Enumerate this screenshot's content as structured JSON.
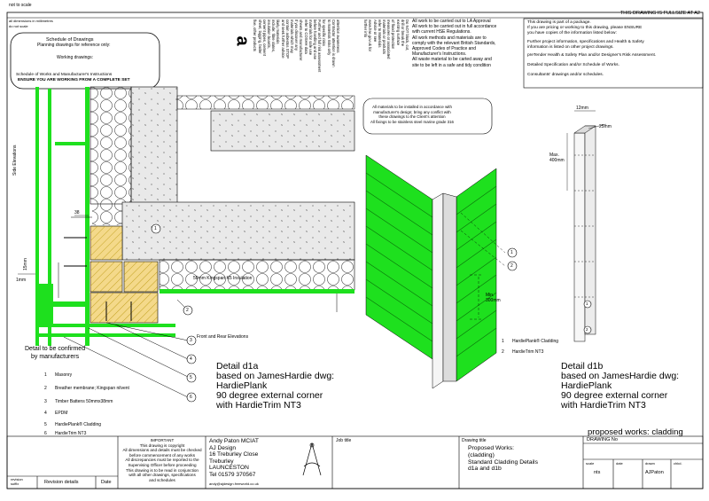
{
  "header": {
    "scale_note": "not to scale",
    "dims_note": "all dimensions in millimetres",
    "noscale_note": "do not scale",
    "fullsize_note": "THIS DRAWING IS FULLSIZE AT A2"
  },
  "schedule": {
    "title": "Schedule of Drawings",
    "planning": "Planning drawings for reference only:",
    "working": "Working drawings:",
    "line1": "Schedule of Works and Manufacturer's Instructions",
    "line2": "ENSURE YOU ARE WORKING FROM A COMPLETE SET"
  },
  "cdm": {
    "symbol": "a",
    "text": "attention awareness\nContractor attention is drawn\nto materials risks only\nfor specific risks\nFurther and full risk assessment\nbefore handling and use\nmaterials for safe use\nrefer to COSHH data\nsheets and manufacturer\nIf you discover any\nmaterials which may\ncontain asbestos STOP\nand seek further advice\nlikely materials\ninclude: fibre slates,\ninsulation boards,\ncement pipes, cement\nsheet, lagging, boiler\nflue, other products"
  },
  "general_notes": {
    "col_text": "Do NOT block, cut,\ndrill or break the\nexisting surface\nof flood protection\nmeasures or associated\nmaterials or products\nrefer to Materials\nAdvice or see\nwww.hse.gov.uk for\nfurther info",
    "hse": "All work to be carried out to LA Approval\nAll work to be carried out in full accordance\nwith current HSE Regulations.\nAll work methods and materials are to\ncomply with the relevant British Standards,\nApproved Codes of Practice and\nManufacturer's Instructions.\nAll waste material to be carted away and\nsite to be left in a safe and tidy condition"
  },
  "package_box": {
    "p1": "This drawing is part of a package.\nIf you are pricing or working to this drawing, please ENSURE\nyou have copies of the information listed below:",
    "p2": "Further project information, specifications and Health & Safety\ninformation is listed on other project drawings.",
    "p3": "preTender Health & Safety Plan and/or Designer's Risk Assessment.",
    "p4": "Detailed Specification and/or Schedule of Works.",
    "p5": "Consultants' drawings and/or schedules."
  },
  "materials_note": "All materials to be installed in accordance with\nmanufacturer's design; bring any conflict with\nthese drawings to the Client's attention\nAll fixings to be stainless steel marine grade 316",
  "labels": {
    "side_elevations": "Side Elevations",
    "front_rear": "Front and Rear Elevations",
    "insulation": "50mm Kingspan K5 Insulation",
    "dim_38": "38",
    "dim_15": "15mm",
    "dim_1mm": "1mm",
    "confirm": "Detail to be confirmed\nby manufacturers",
    "min300": "Min.\n300mm",
    "max400": "Max.\n400mm",
    "dim_12": "12mm",
    "dim_25": "25mm",
    "circle1": "1",
    "c1": "1",
    "c2": "2",
    "c3": "3",
    "c4": "4",
    "c5": "5",
    "c6": "6",
    "d1b_1": "1",
    "d1b_2": "2"
  },
  "key": [
    {
      "n": "1",
      "label": "Masonry"
    },
    {
      "n": "2",
      "label": "Breather membrane; Kingspan nilvent"
    },
    {
      "n": "3",
      "label": "Timber Battens 50mmx38mm"
    },
    {
      "n": "4",
      "label": "EPDM"
    },
    {
      "n": "5",
      "label": "HardiePlank® Cladding"
    },
    {
      "n": "6",
      "label": "HardieTrim NT3"
    }
  ],
  "key_3d": [
    {
      "n": "1",
      "label": "HardiePlank® Cladding"
    },
    {
      "n": "2",
      "label": "HardieTrim NT3"
    }
  ],
  "detail_a": "Detail d1a\nbased on JamesHardie dwg:\nHardiePlank\n90 degree external corner\nwith HardieTrim NT3",
  "detail_b": "Detail d1b\nbased on JamesHardie dwg:\nHardiePlank\n90 degree external corner\nwith HardieTrim NT3",
  "proposed": "proposed works: cladding",
  "title_block": {
    "revision_suffix": "revision\nsuffix",
    "revision_details": "Revision details",
    "date": "Date",
    "important": "IMPORTANT\nThis drawing is copyright\nAll dimensions and details must be checked\nbefore commencement of any works\nAll discrepancies must be reported to the\nSupervising Officer before proceeding\nThis drawing is to be read in conjunction\nwith all other drawings, specifications\nand schedules",
    "designer": "Andy Paton MCIAT\nAJ Design\n16 Treburley Close\nTreburley\nLAUNCESTON\nTel 01579 370567",
    "email": "andy@ajdesign.freeworld.co.uk",
    "job_title": "Job title",
    "drawing_title": "Drawing title",
    "drawing_title_value": "Proposed Works:\n(cladding)\nStandard Cladding Details\nd1a and d1b",
    "drawing_no": "DRAWING No",
    "scale": "scale",
    "scale_value": "nts",
    "date_label": "date",
    "drawn": "drawn",
    "drawn_value": "AJPaton",
    "chkd": "chkd."
  },
  "colors": {
    "cladding_green": "#1ee01e",
    "render_grey": "#e9e9e9",
    "timber": "#f4d98a"
  }
}
